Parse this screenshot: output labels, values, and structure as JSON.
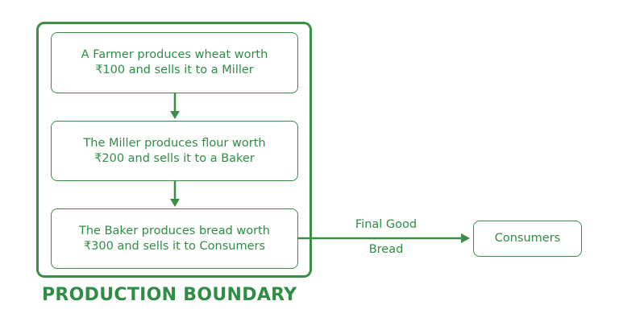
{
  "steps": [
    {
      "line1": "A Farmer produces wheat worth",
      "line2": "₹100 and sells it to a Miller"
    },
    {
      "line1": "The Miller produces flour worth",
      "line2": "₹200 and sells it to a Baker"
    },
    {
      "line1": "The Baker produces bread worth",
      "line2": "₹300 and sells it to Consumers"
    }
  ],
  "flow": {
    "label_top": "Final Good",
    "label_bottom": "Bread"
  },
  "consumers": "Consumers",
  "boundary_title": "PRODUCTION BOUNDARY",
  "colors": {
    "green": "#2f8d46",
    "border": "#3b8e47"
  }
}
